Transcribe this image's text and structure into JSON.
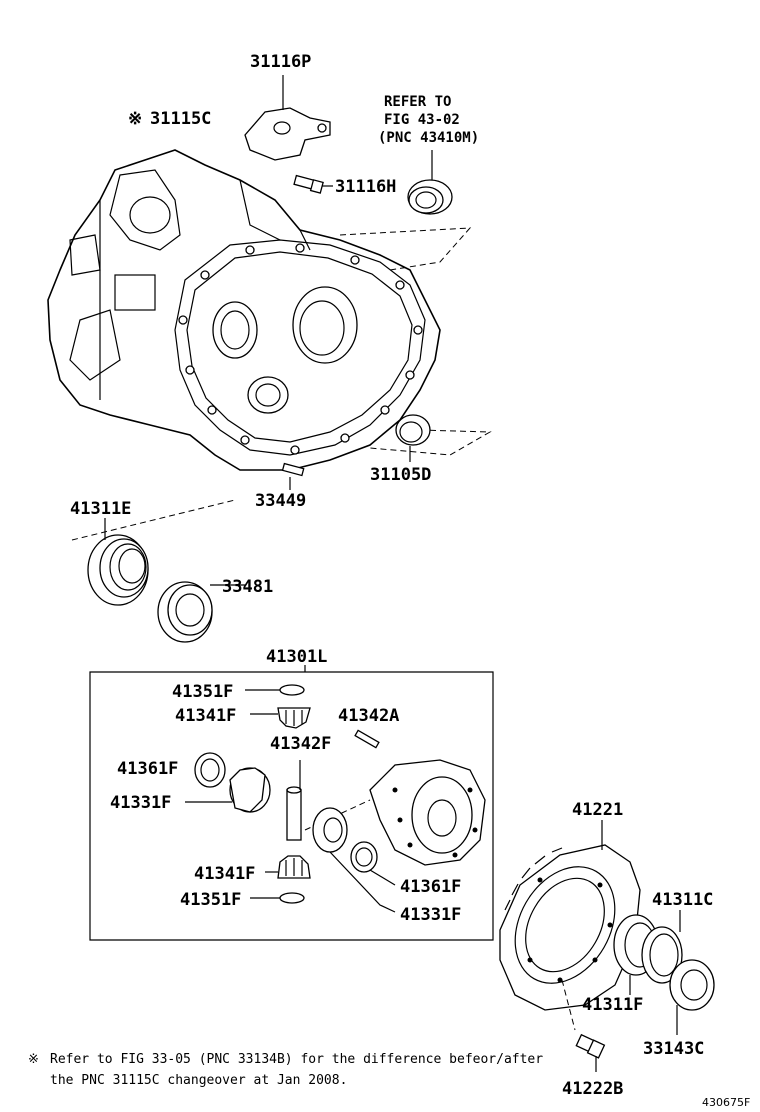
{
  "labels": {
    "p31116P": "31116P",
    "p31115C": "31115C",
    "p31115C_mark": "※",
    "p31116H": "31116H",
    "refer1": "REFER TO",
    "refer2": "FIG 43-02",
    "refer3": "(PNC 43410M)",
    "p31105D": "31105D",
    "p33449": "33449",
    "p41311E": "41311E",
    "p33481": "33481",
    "p41301L": "41301L",
    "p41351F_a": "41351F",
    "p41341F_a": "41341F",
    "p41342A": "41342A",
    "p41342F": "41342F",
    "p41361F_a": "41361F",
    "p41331F_a": "41331F",
    "p41341F_b": "41341F",
    "p41351F_b": "41351F",
    "p41361F_b": "41361F",
    "p41331F_b": "41331F",
    "p41221": "41221",
    "p41311C": "41311C",
    "p41311F": "41311F",
    "p33143C": "33143C",
    "p41222B": "41222B"
  },
  "footnote": {
    "mark": "※",
    "line1": "Refer to FIG 33-05 (PNC 33134B) for the difference befeor/after",
    "line2": "the PNC 31115C changeover at Jan 2008."
  },
  "figure_code": "430675F"
}
